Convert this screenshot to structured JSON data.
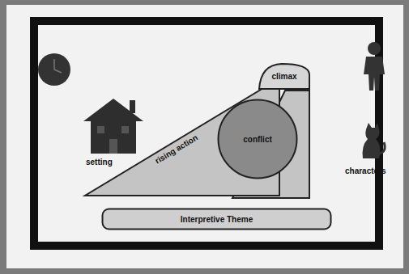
{
  "diagram": {
    "nodes": [
      {
        "text": [
          "rising action"
        ]
      },
      {
        "text": [
          "conflict"
        ]
      },
      {
        "text": [
          "climax"
        ]
      },
      {
        "text": [
          "Interpretive Theme"
        ]
      }
    ],
    "labels": [
      "setting",
      "characters"
    ]
  }
}
